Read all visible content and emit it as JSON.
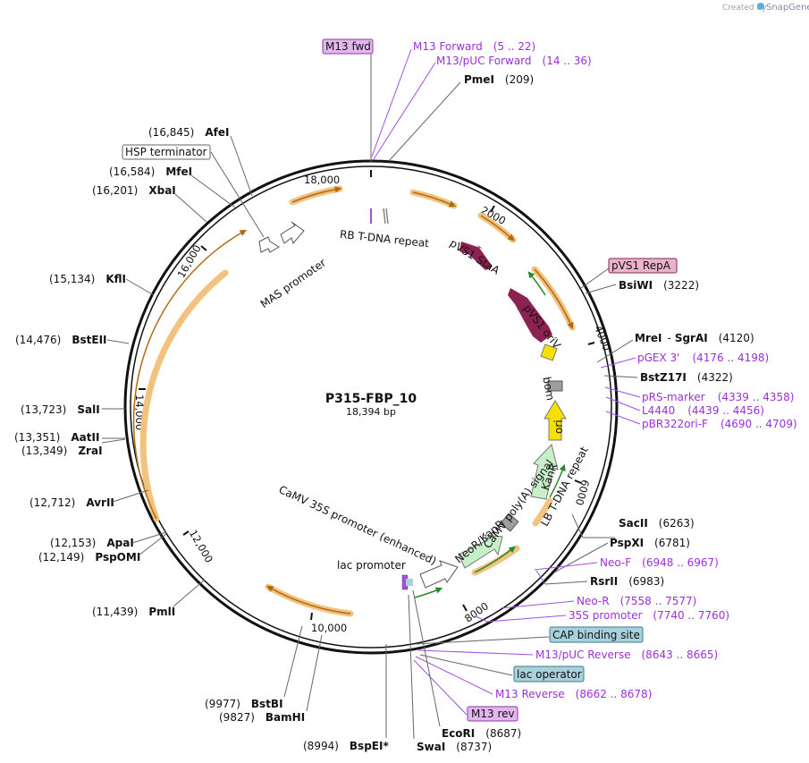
{
  "header": {
    "credit": "Created by",
    "brand": "SnapGene"
  },
  "plasmid": {
    "name": "P315-FBP_10",
    "length_label": "18,394 bp"
  },
  "ring_ticks": [
    "2000",
    "4000",
    "6000",
    "8000",
    "10,000",
    "12,000",
    "14,000",
    "16,000",
    "18,000"
  ],
  "sites_right": [
    {
      "name": "PmeI",
      "pos": "(209)"
    },
    {
      "name": "BsiWI",
      "pos": "(3222)"
    },
    {
      "name": "MreI",
      "name2": "SgrAI",
      "pos": "(4120)"
    },
    {
      "name": "BstZ17I",
      "pos": "(4322)"
    },
    {
      "name": "SacII",
      "pos": "(6263)"
    },
    {
      "name": "PspXI",
      "pos": "(6781)"
    },
    {
      "name": "RsrII",
      "pos": "(6983)"
    },
    {
      "name": "EcoRI",
      "pos": "(8687)"
    },
    {
      "name": "SwaI",
      "pos": "(8737)"
    }
  ],
  "sites_left": [
    {
      "name": "AfeI",
      "pos": "(16,845)"
    },
    {
      "name": "MfeI",
      "pos": "(16,584)"
    },
    {
      "name": "XbaI",
      "pos": "(16,201)"
    },
    {
      "name": "KflI",
      "pos": "(15,134)"
    },
    {
      "name": "BstEII",
      "pos": "(14,476)"
    },
    {
      "name": "SalI",
      "pos": "(13,723)"
    },
    {
      "name": "AatII",
      "pos": "(13,351)"
    },
    {
      "name": "ZraI",
      "pos": "(13,349)"
    },
    {
      "name": "AvrII",
      "pos": "(12,712)"
    },
    {
      "name": "ApaI",
      "pos": "(12,153)"
    },
    {
      "name": "PspOMI",
      "pos": "(12,149)"
    },
    {
      "name": "PmlI",
      "pos": "(11,439)"
    },
    {
      "name": "BstBI",
      "pos": "(9977)"
    },
    {
      "name": "BamHI",
      "pos": "(9827)"
    },
    {
      "name": "BspEI",
      "pos": "(8994)",
      "mark": "*"
    }
  ],
  "primers": [
    {
      "name": "M13 Forward",
      "pos": "(5 .. 22)"
    },
    {
      "name": "M13/pUC Forward",
      "pos": "(14 .. 36)"
    },
    {
      "name": "pGEX 3'",
      "pos": "(4176 .. 4198)"
    },
    {
      "name": "pRS-marker",
      "pos": "(4339 .. 4358)"
    },
    {
      "name": "L4440",
      "pos": "(4439 .. 4456)"
    },
    {
      "name": "pBR322ori-F",
      "pos": "(4690 .. 4709)"
    },
    {
      "name": "Neo-F",
      "pos": "(6948 .. 6967)"
    },
    {
      "name": "Neo-R",
      "pos": "(7558 .. 7577)"
    },
    {
      "name": "35S promoter",
      "pos": "(7740 .. 7760)"
    },
    {
      "name": "M13/pUC Reverse",
      "pos": "(8643 .. 8665)"
    },
    {
      "name": "M13 Reverse",
      "pos": "(8662 .. 8678)"
    }
  ],
  "boxed_labels": {
    "m13_fwd": "M13 fwd",
    "pvs1_repa": "pVS1 RepA",
    "hsp_terminator": "HSP terminator",
    "cap_binding_site": "CAP binding site",
    "lac_operator": "lac operator",
    "m13_rev": "M13 rev"
  },
  "features": {
    "rb_tdna": "RB T-DNA repeat",
    "pvs1_staa": "pVS1 StaA",
    "pvs1_oriv": "pVS1 oriV",
    "bom": "bom",
    "ori": "ori",
    "kanr": "KanR",
    "lb_tdna": "LB T-DNA repeat",
    "camv_polya": "CaMV poly(A) signal",
    "neor_kanr": "NeoR/KanR",
    "camv_35s": "CaMV 35S promoter (enhanced)",
    "lac_promoter": "lac promoter",
    "mas_promoter": "MAS promoter"
  },
  "colors": {
    "backbone": "#111111",
    "orf": "#f2c27e",
    "orf_arrow": "#b06a10",
    "staa": "#8b2252",
    "oriv": "#f5e000",
    "bom": "#9e9e9e",
    "kanr": "#c8f0c8",
    "primer": "#9b30d9",
    "box_fill": "#e3b6ee",
    "repa_fill": "#eab3c9",
    "cap_fill": "#a8d1dc",
    "hsp_fill": "#ffffff"
  }
}
